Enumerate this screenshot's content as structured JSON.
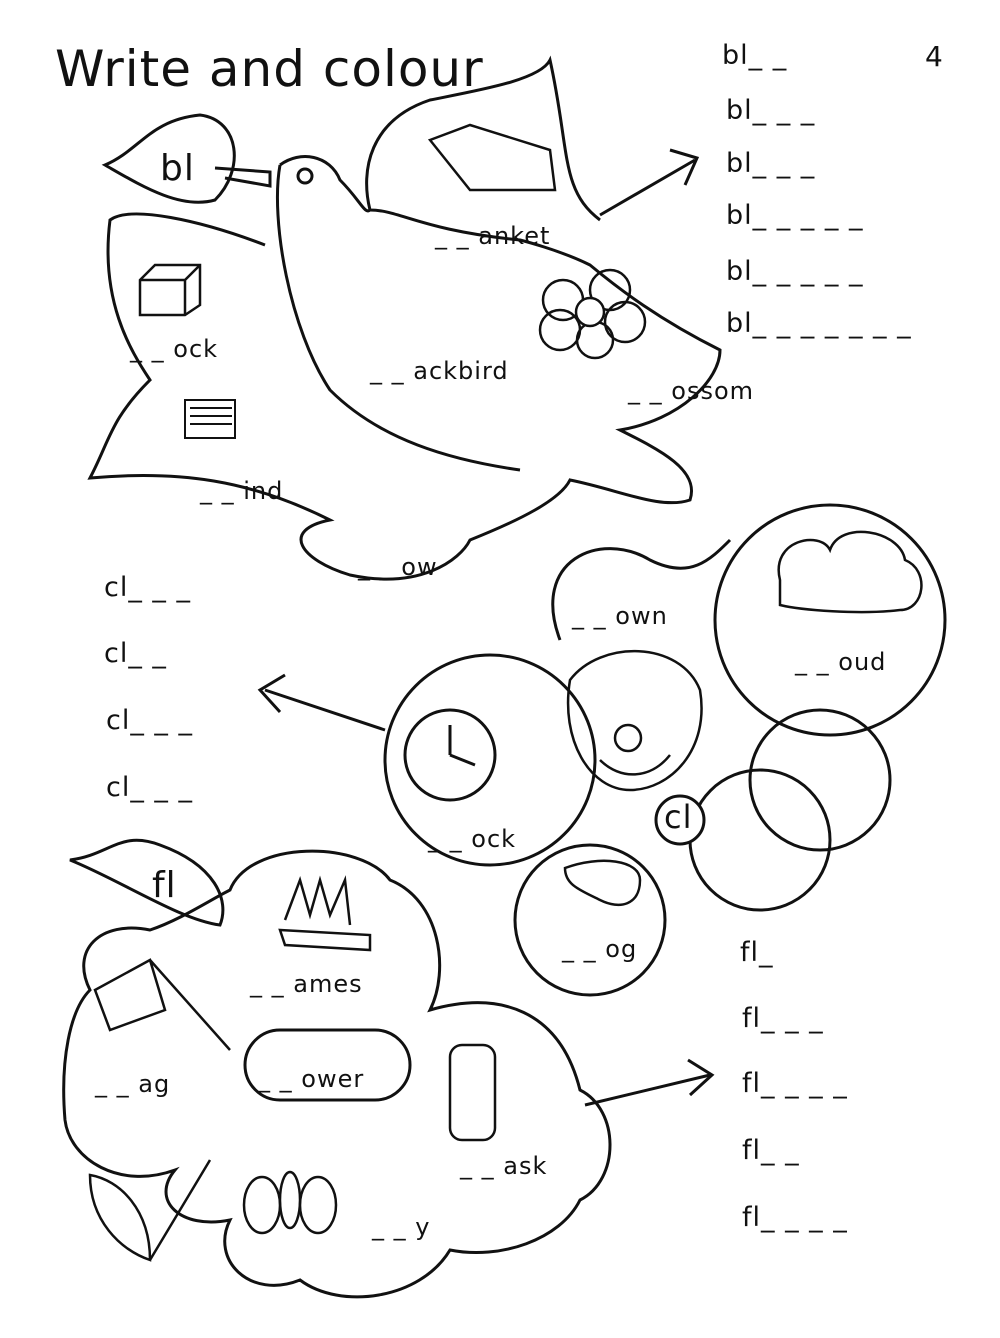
{
  "title": "Write and colour",
  "page_number": "4",
  "bl_section": {
    "letters": "bl",
    "words": [
      "_ _ anket",
      "_ _ ock",
      "_ _ ackbird",
      "_ _ ossom",
      "_ _ ind",
      "_ _ ow"
    ],
    "answer_lines": [
      "bl_ _",
      "bl_ _ _",
      "bl_ _ _",
      "bl_ _ _ _ _",
      "bl_ _ _ _ _",
      "bl_ _ _ _ _ _ _"
    ]
  },
  "cl_section": {
    "letters": "cl",
    "words": [
      "_ _ own",
      "_ _ oud",
      "_ _ ock",
      "_ _ og"
    ],
    "answer_lines": [
      "cl_ _ _",
      "cl_ _",
      "cl_ _ _",
      "cl_ _ _"
    ]
  },
  "fl_section": {
    "letters": "fl",
    "words": [
      "_ _ ames",
      "_ _ ag",
      "_ _ ower",
      "_ _ ask",
      "_ _ y"
    ],
    "answer_lines": [
      "fl_",
      "fl_ _ _",
      "fl_ _ _ _",
      "fl_ _",
      "fl_ _ _ _"
    ]
  }
}
